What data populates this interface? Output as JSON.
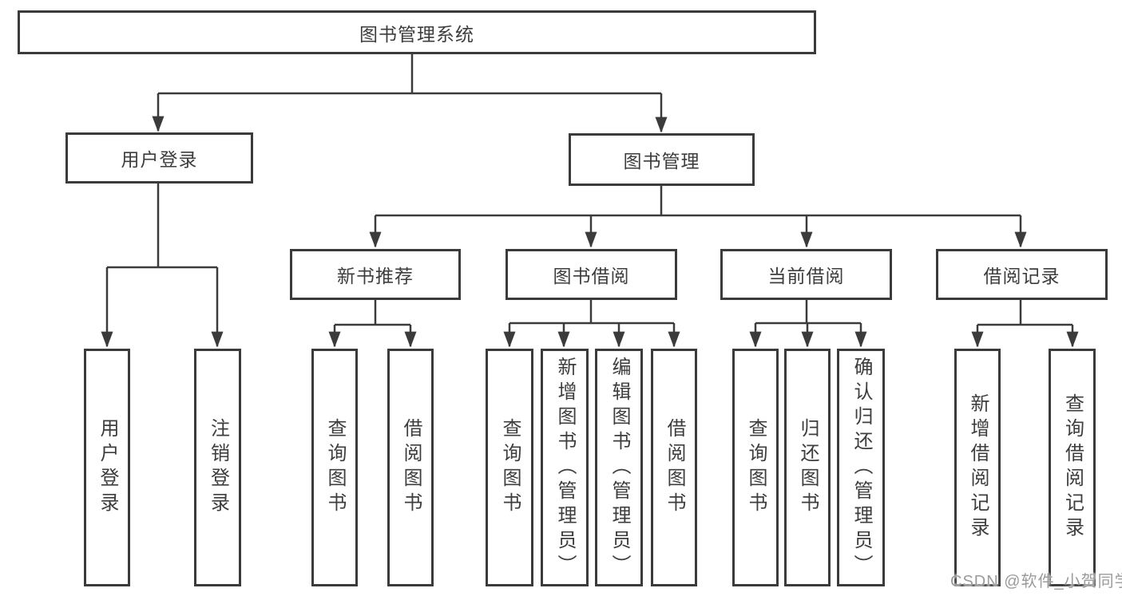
{
  "tree": {
    "root": {
      "label": "图书管理系统",
      "children": [
        {
          "label": "用户登录",
          "children": [
            {
              "label": "用户登录"
            },
            {
              "label": "注销登录"
            }
          ]
        },
        {
          "label": "图书管理",
          "children": [
            {
              "label": "新书推荐",
              "children": [
                {
                  "label": "查询图书"
                },
                {
                  "label": "借阅图书"
                }
              ]
            },
            {
              "label": "图书借阅",
              "children": [
                {
                  "label": "查询图书"
                },
                {
                  "label": "新增图书（管理员）"
                },
                {
                  "label": "编辑图书（管理员）"
                },
                {
                  "label": "借阅图书"
                }
              ]
            },
            {
              "label": "当前借阅",
              "children": [
                {
                  "label": "查询图书"
                },
                {
                  "label": "归还图书"
                },
                {
                  "label": "确认归还（管理员）"
                }
              ]
            },
            {
              "label": "借阅记录",
              "children": [
                {
                  "label": "新增借阅记录"
                },
                {
                  "label": "查询借阅记录"
                }
              ]
            }
          ]
        }
      ]
    }
  },
  "watermark": {
    "text": "CSDN @软件_小贺同学"
  },
  "colors": {
    "line": "#3b3b3b",
    "text": "#3d3d3d",
    "watermark": "#9b9b9b",
    "background": "#ffffff"
  }
}
